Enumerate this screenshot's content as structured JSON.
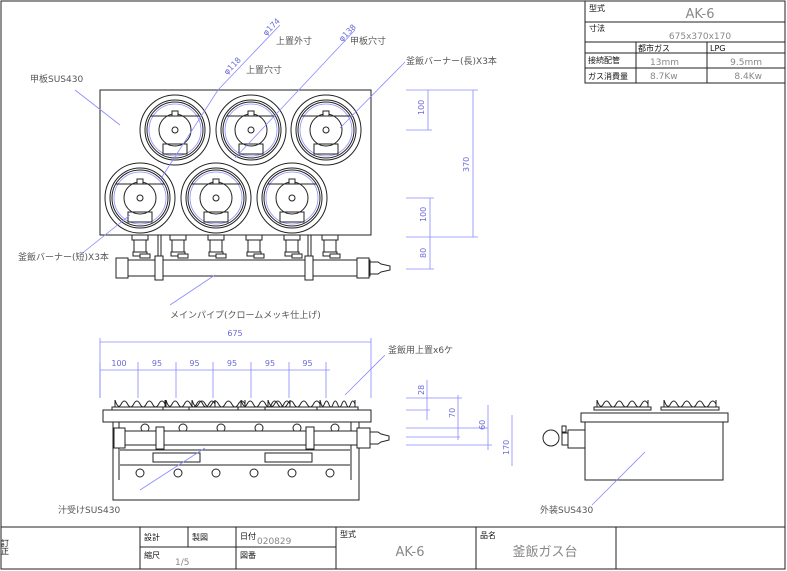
{
  "spec_table": {
    "model_label": "型式",
    "model_value": "AK-6",
    "size_label": "寸法",
    "size_value": "675x370x170",
    "col_city_gas": "都市ガス",
    "col_lpg": "LPG",
    "pipe_label": "接続配管",
    "pipe_city": "13mm",
    "pipe_lpg": "9.5mm",
    "consumption_label": "ガス消費量",
    "consumption_city": "8.7Kw",
    "consumption_lpg": "8.4Kw"
  },
  "plan_view": {
    "top_plate": "甲板SUS430",
    "trivet_outer": "上置外寸",
    "plate_hole": "甲板穴寸",
    "trivet_hole": "上置穴寸",
    "long_burner": "釜飯バーナー(長)X3本",
    "short_burner": "釜飯バーナー(短)X3本",
    "main_pipe": "メインパイプ(クロームメッキ仕上げ)",
    "dia_174": "φ174",
    "dia_138": "φ138",
    "dia_118": "φ118",
    "dim_100a": "100",
    "dim_370": "370",
    "dim_100b": "100",
    "dim_80": "80"
  },
  "front_view": {
    "dim_675": "675",
    "pitch": [
      "100",
      "95",
      "95",
      "95",
      "95",
      "95"
    ],
    "trivet": "釜飯用上置x6ケ",
    "drip_tray": "汁受けSUS430",
    "dim_28": "28",
    "dim_70": "70",
    "dim_60": "60",
    "dim_170": "170"
  },
  "side_view": {
    "casing": "外装SUS430"
  },
  "title_block": {
    "revision": "訂正",
    "design": "設計",
    "drafting": "製図",
    "date_label": "日付",
    "date_value": "020829",
    "scale_label": "縮尺",
    "scale_value": "1/5",
    "drawing_no": "図番",
    "model_label": "型式",
    "model_value": "AK-6",
    "product_label": "品名",
    "product_value": "釜飯ガス台"
  }
}
